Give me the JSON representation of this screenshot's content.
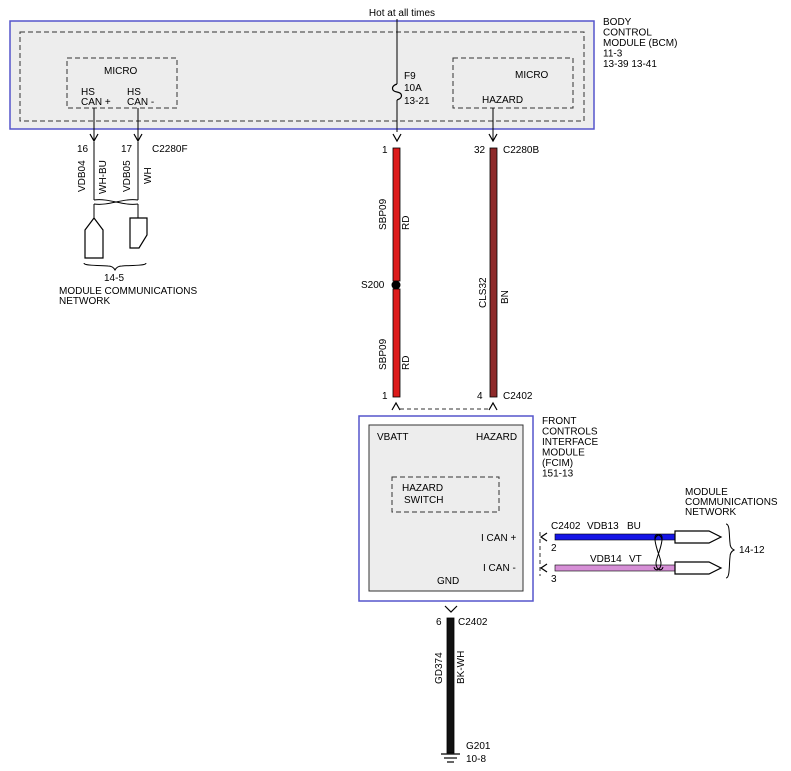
{
  "power": {
    "label": "Hot at all times"
  },
  "bcm": {
    "name_lines": [
      "BODY",
      "CONTROL",
      "MODULE (BCM)",
      "11-3",
      "13-39   13-41"
    ]
  },
  "micro_left": {
    "label": "MICRO",
    "pin1_lines": [
      "HS",
      "CAN +"
    ],
    "pin2_lines": [
      "HS",
      "CAN -"
    ]
  },
  "fuse": {
    "id": "F9",
    "rating": "10A",
    "ref": "13-21"
  },
  "micro_right": {
    "label": "MICRO",
    "pin": "HAZARD"
  },
  "connectors": {
    "c2280f": {
      "name": "C2280F",
      "pins": [
        "16",
        "17"
      ]
    },
    "c2280b_fuse_pin": "1",
    "c2280b": {
      "name": "C2280B",
      "pin": "32"
    },
    "c2402_top": {
      "name": "C2402",
      "pin_left": "1",
      "pin_right": "4"
    },
    "c2402_right": {
      "name": "C2402",
      "pin_can_plus": "2",
      "pin_can_minus": "3"
    },
    "c2402_bottom": {
      "name": "C2402",
      "pin": "6"
    }
  },
  "wires": {
    "vdb04": {
      "circuit": "VDB04",
      "color": "WH-BU"
    },
    "vdb05": {
      "circuit": "VDB05",
      "color": "WH"
    },
    "sbp09_top": {
      "circuit": "SBP09",
      "color": "RD",
      "hex": "#dd1b1b"
    },
    "sbp09_bottom": {
      "circuit": "SBP09",
      "color": "RD",
      "hex": "#dd1b1b"
    },
    "cls32": {
      "circuit": "CLS32",
      "color": "BN",
      "hex": "#8e2a2a"
    },
    "vdb13": {
      "circuit": "VDB13",
      "color": "BU",
      "hex": "#1515e6"
    },
    "vdb14": {
      "circuit": "VDB14",
      "color": "VT",
      "hex": "#d68fd6"
    },
    "gd374": {
      "circuit": "GD374",
      "color": "BK-WH",
      "hex": "#111111"
    }
  },
  "splice": {
    "label": "S200"
  },
  "network_left": {
    "ref": "14-5",
    "lines": [
      "MODULE COMMUNICATIONS",
      "NETWORK"
    ]
  },
  "network_right": {
    "ref": "14-12",
    "lines": [
      "MODULE",
      "COMMUNICATIONS",
      "NETWORK"
    ]
  },
  "fcim": {
    "name_lines": [
      "FRONT",
      "CONTROLS",
      "INTERFACE",
      "MODULE",
      "(FCIM)",
      "151-13"
    ],
    "vbatt": "VBATT",
    "hazard": "HAZARD",
    "switch_lines": [
      "HAZARD",
      "SWITCH"
    ],
    "ican_plus": "I CAN +",
    "ican_minus": "I CAN -",
    "gnd": "GND"
  },
  "ground": {
    "name": "G201",
    "ref": "10-8"
  }
}
